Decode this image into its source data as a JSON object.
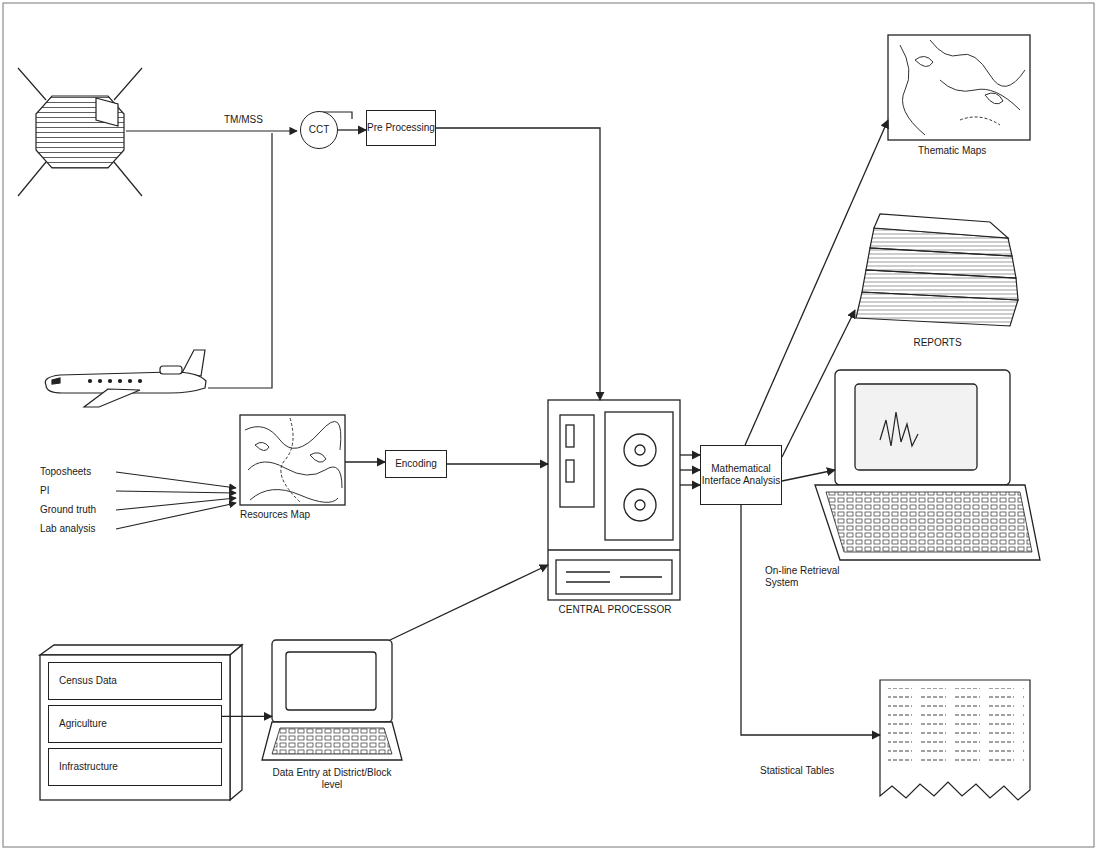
{
  "diagram": {
    "nodes": [
      {
        "text": [
          "CCT"
        ]
      },
      {
        "text": [
          "Pre Processing"
        ]
      },
      {
        "text": [
          "Resources Map"
        ]
      },
      {
        "text": [
          "Encoding"
        ]
      },
      {
        "text": [
          "Census Data"
        ]
      },
      {
        "text": [
          "Agriculture"
        ]
      },
      {
        "text": [
          "Infrastructure"
        ]
      },
      {
        "text": [
          "Data Entry at District/Block level"
        ]
      },
      {
        "text": [
          "CENTRAL PROCESSOR"
        ]
      },
      {
        "text": [
          "Mathematical Interface Analysis"
        ]
      },
      {
        "text": [
          "Thematic Maps"
        ]
      },
      {
        "text": [
          "REPORTS"
        ]
      },
      {
        "text": [
          "On-line Retrieval System"
        ]
      },
      {
        "text": [
          "Statistical Tables"
        ]
      }
    ],
    "edges": [
      {
        "from": 0,
        "to": 1,
        "arrow": "to"
      },
      {
        "from": 1,
        "to": 8,
        "arrow": "to"
      },
      {
        "from": 2,
        "to": 3,
        "arrow": "to"
      },
      {
        "from": 3,
        "to": 8,
        "arrow": "to"
      },
      {
        "from": 5,
        "to": 7,
        "arrow": "to"
      },
      {
        "from": 7,
        "to": 8,
        "arrow": "to"
      },
      {
        "from": 8,
        "to": 9,
        "arrow": "to"
      },
      {
        "from": 8,
        "to": 9,
        "arrow": "to"
      },
      {
        "from": 8,
        "to": 9,
        "arrow": "to"
      },
      {
        "from": 9,
        "to": 10,
        "arrow": "to"
      },
      {
        "from": 9,
        "to": 11,
        "arrow": "to"
      },
      {
        "from": 9,
        "to": 12,
        "arrow": "to"
      },
      {
        "from": 9,
        "to": 13,
        "arrow": "to"
      }
    ],
    "labels": [
      "TM/MSS",
      "Toposheets",
      "PI",
      "Ground truth",
      "Lab analysis"
    ]
  }
}
